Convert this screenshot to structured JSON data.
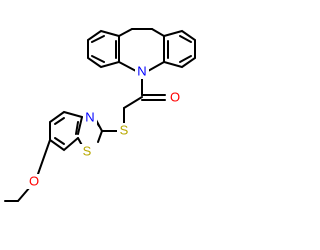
{
  "molecule": {
    "atoms": {
      "n_azepine": {
        "symbol": "N",
        "color": "#0000ff"
      },
      "o_carbonyl": {
        "symbol": "O",
        "color": "#ff0000"
      },
      "s_thioether": {
        "symbol": "S",
        "color": "#b8a800"
      },
      "n_thiazole": {
        "symbol": "N",
        "color": "#0000ff"
      },
      "s_thiazole": {
        "symbol": "S",
        "color": "#b8a800"
      },
      "o_ether": {
        "symbol": "O",
        "color": "#ff0000"
      }
    },
    "bond_color": "#000000"
  }
}
